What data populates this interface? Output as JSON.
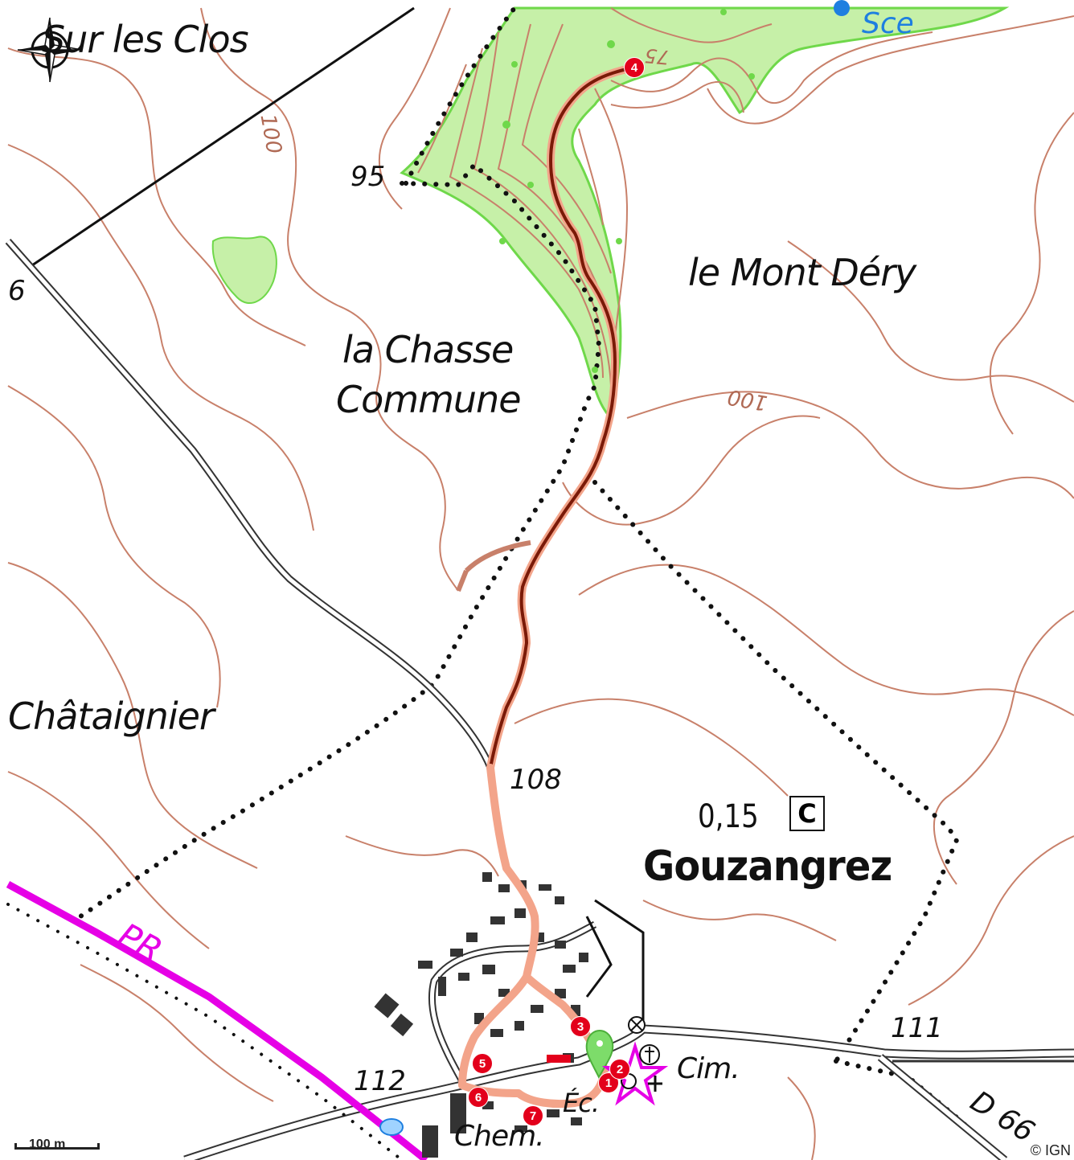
{
  "labels": {
    "sur_les_clos": "Sur les Clos",
    "sce": "Sce",
    "alt_95": "95",
    "alt_100_a": "100",
    "alt_100_b": "100",
    "alt_75": "75",
    "alt_6": "6",
    "alt_108": "108",
    "alt_111": "111",
    "alt_112": "112",
    "le_mont_dery": "le Mont Déry",
    "la_chasse": "la Chasse",
    "commune": "Commune",
    "chataignier": "Châtaignier",
    "surface": "0,15",
    "surface_box": "C",
    "village": "Gouzangrez",
    "pr": "PR",
    "cim": "Cim.",
    "ec": "Éc.",
    "chem": "Chem.",
    "road": "D 66"
  },
  "waypoints": [
    {
      "id": "1",
      "label": "1"
    },
    {
      "id": "2",
      "label": "2"
    },
    {
      "id": "3",
      "label": "3"
    },
    {
      "id": "4",
      "label": "4"
    },
    {
      "id": "5",
      "label": "5"
    },
    {
      "id": "6",
      "label": "6"
    },
    {
      "id": "7",
      "label": "7"
    }
  ],
  "scale": {
    "label": "100 m"
  },
  "credit": "© IGN",
  "colors": {
    "track": "#f3a48a",
    "track_dark": "#7a1a08",
    "contour": "#c8806a",
    "forest": "#c6f0a8",
    "forest_edge": "#6fd84a",
    "waypoint": "#e3001b",
    "pr_trail": "#e600e6",
    "water": "#1e7fe0",
    "start_marker": "#7ddc6a"
  },
  "icons": {
    "compass": "compass-rose-icon",
    "start": "map-pin-icon",
    "finish": "star-icon",
    "crossing": "crossed-circle-icon"
  }
}
